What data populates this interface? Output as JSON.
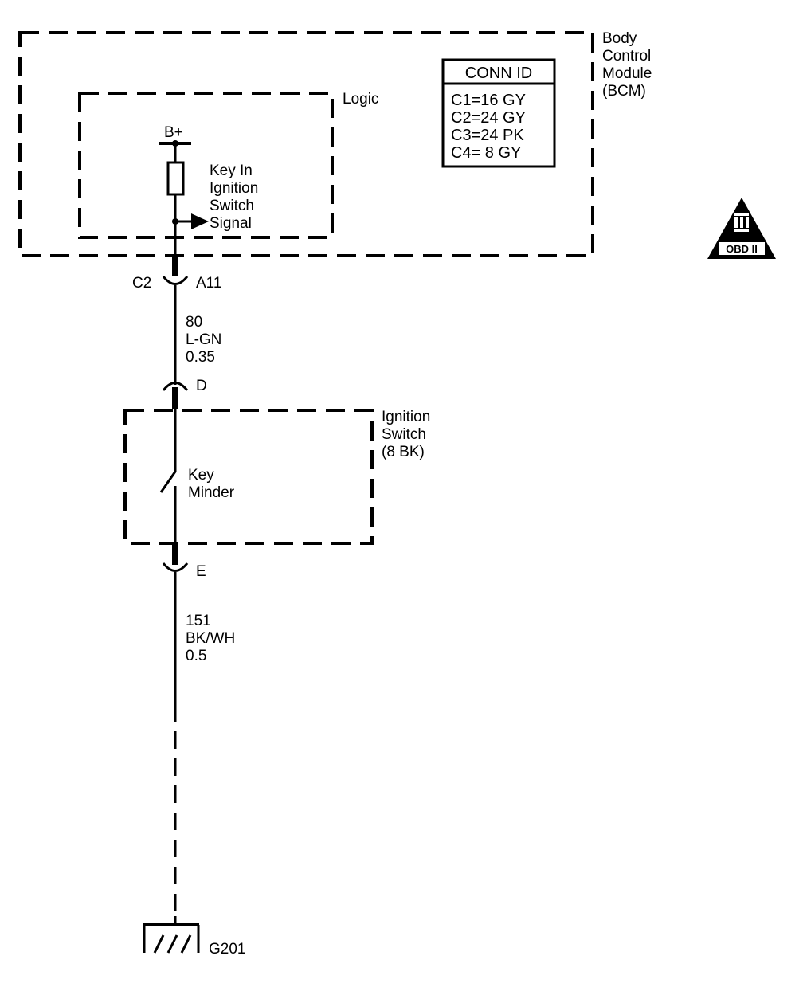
{
  "bcm": {
    "label_line1": "Body",
    "label_line2": "Control",
    "label_line3": "Module",
    "label_line4": "(BCM)"
  },
  "logic": {
    "label": "Logic"
  },
  "conn_id": {
    "title": "CONN ID",
    "rows": [
      "C1=16 GY",
      "C2=24 GY",
      "C3=24 PK",
      "C4=  8 GY"
    ]
  },
  "bplus": {
    "label": "B+"
  },
  "signal": {
    "line1": "Key In",
    "line2": "Ignition",
    "line3": "Switch",
    "line4": "Signal"
  },
  "connector_c2": {
    "connector": "C2",
    "pin": "A11"
  },
  "wire_80": {
    "circuit": "80",
    "color": "L-GN",
    "gauge": "0.35"
  },
  "pin_d": {
    "label": "D"
  },
  "ignition_switch": {
    "line1": "Ignition",
    "line2": "Switch",
    "line3": "(8 BK)"
  },
  "key_minder": {
    "line1": "Key",
    "line2": "Minder"
  },
  "pin_e": {
    "label": "E"
  },
  "wire_151": {
    "circuit": "151",
    "color": "BK/WH",
    "gauge": "0.5"
  },
  "ground": {
    "label": "G201"
  },
  "obd_badge": {
    "numeral": "II",
    "label": "OBD II"
  }
}
